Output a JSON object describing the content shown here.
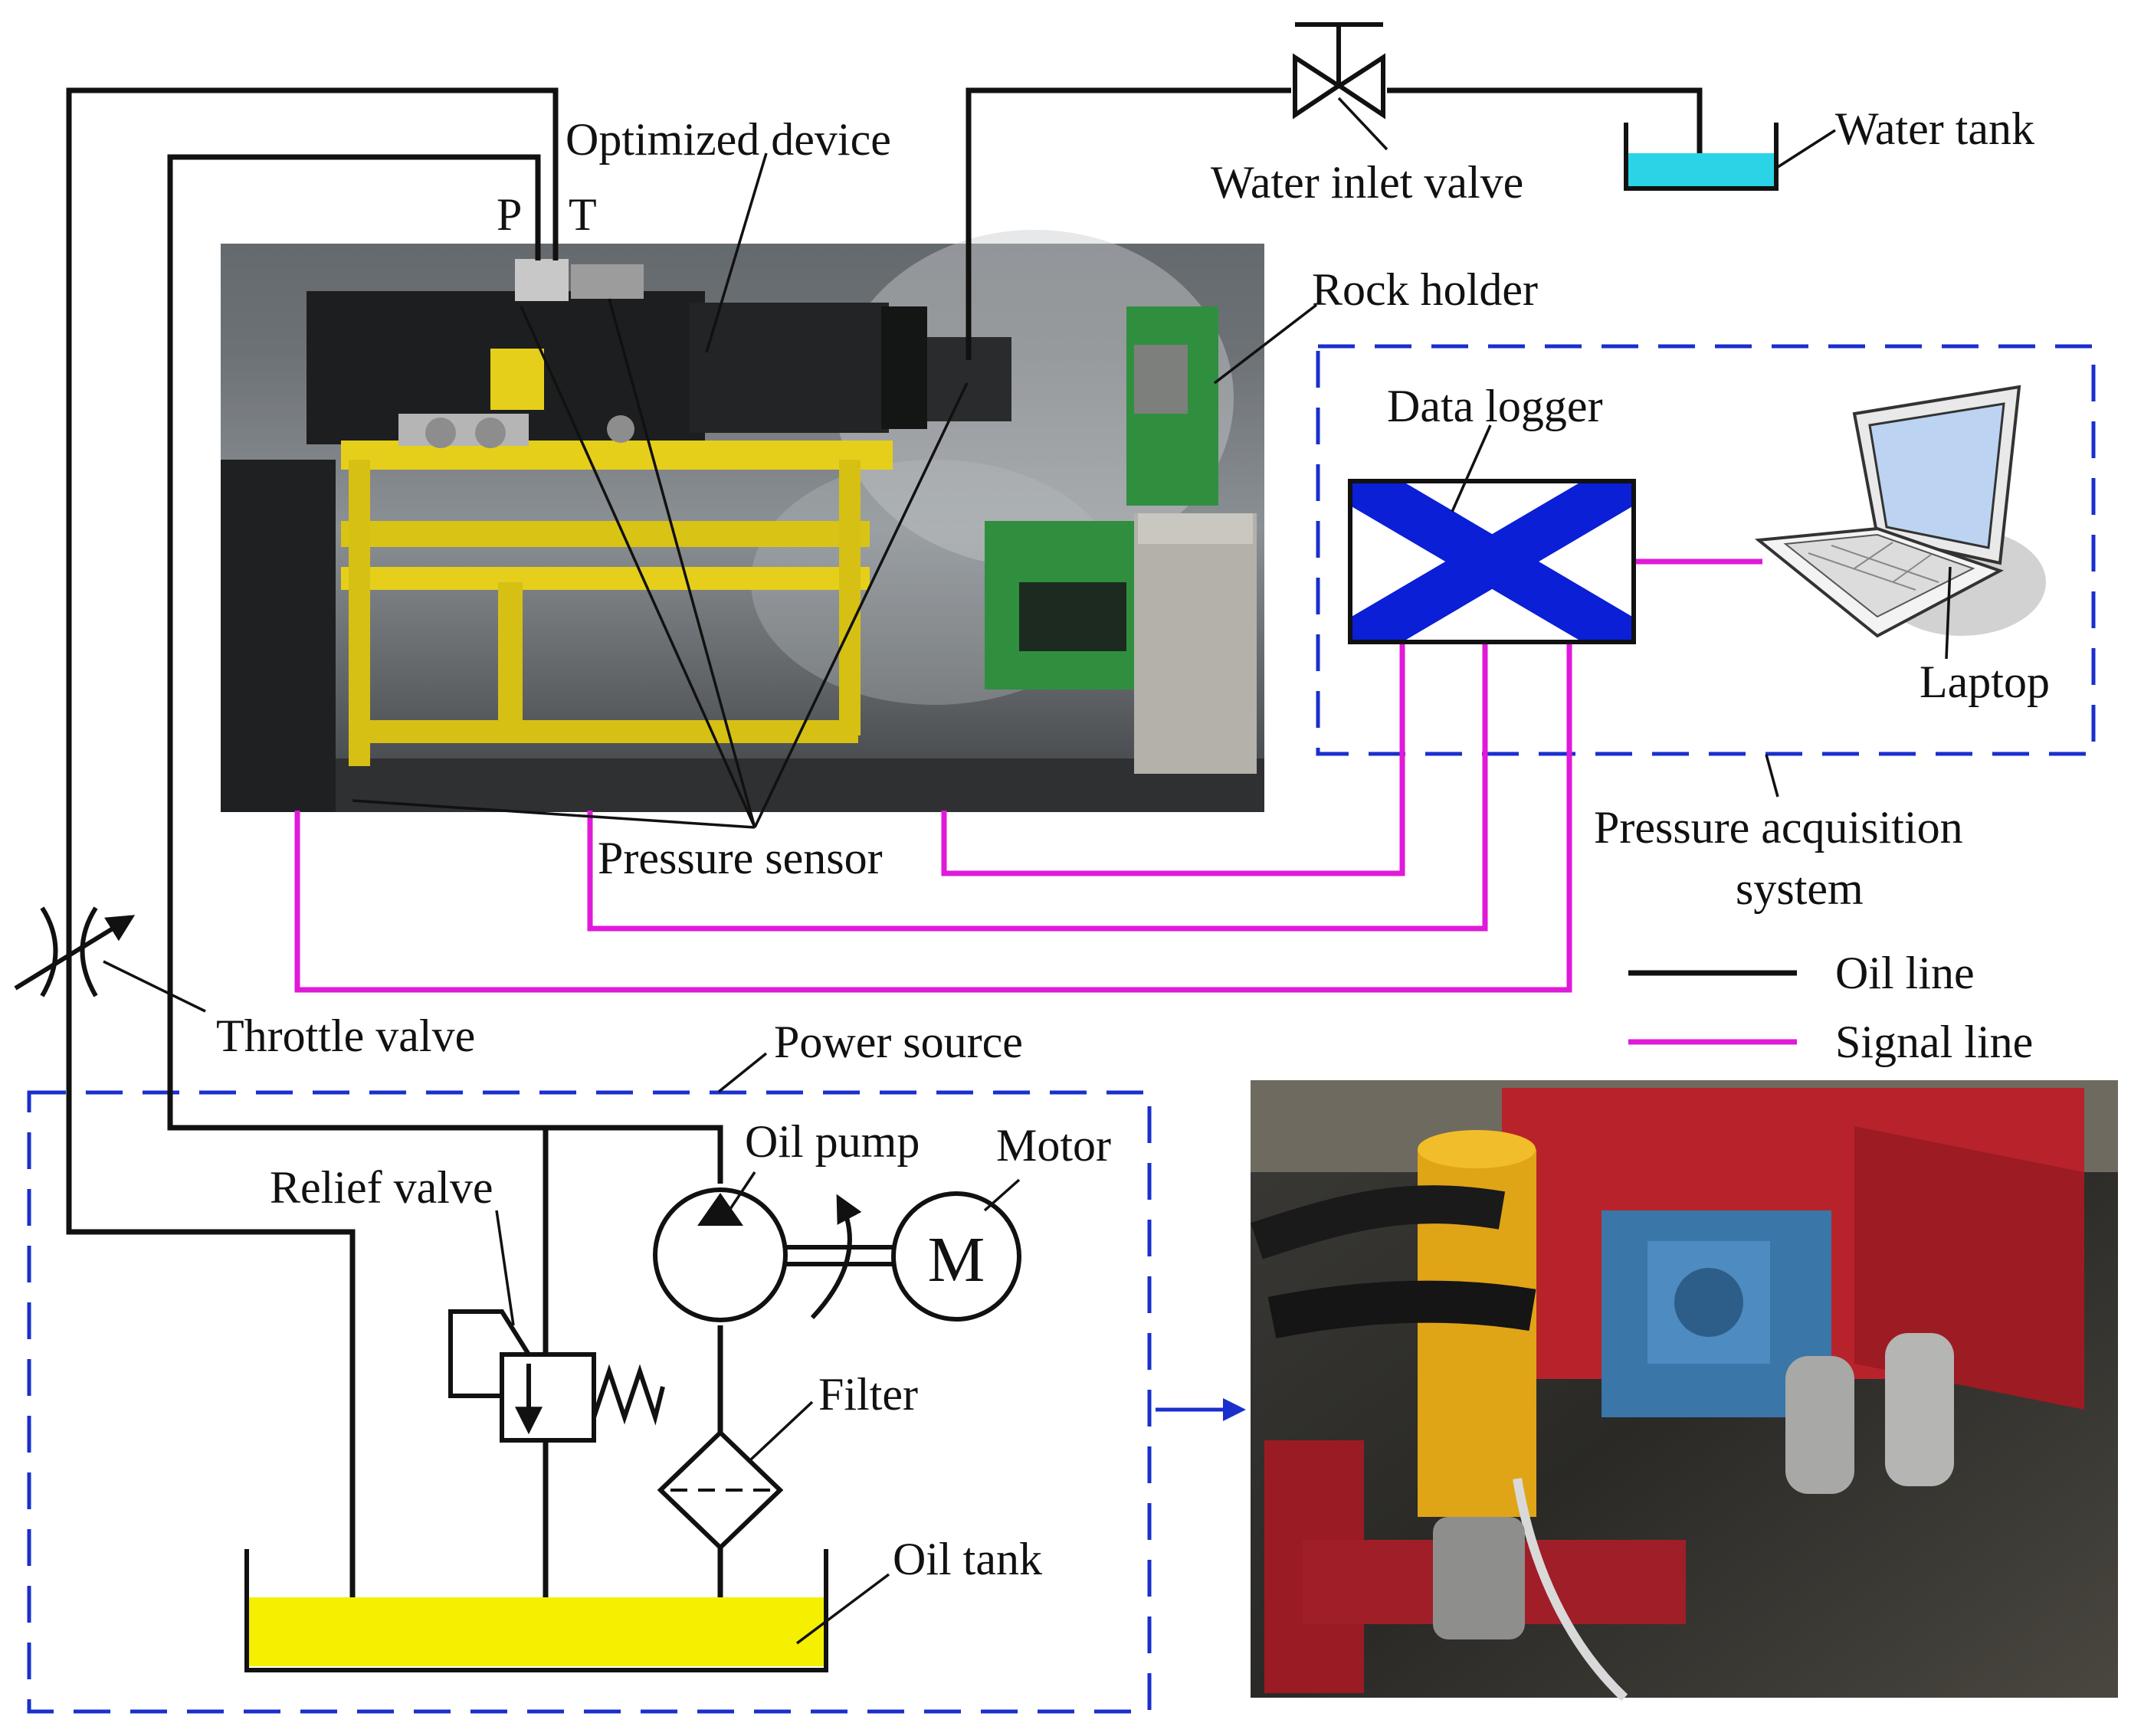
{
  "labels": {
    "optimized_device": "Optimized device",
    "port_p": "P",
    "port_t": "T",
    "water_inlet_valve": "Water inlet valve",
    "water_tank": "Water tank",
    "rock_holder": "Rock holder",
    "data_logger": "Data logger",
    "laptop": "Laptop",
    "pressure_sensor": "Pressure sensor",
    "pressure_acquisition_line1": "Pressure acquisition",
    "pressure_acquisition_line2": "system",
    "throttle_valve": "Throttle valve",
    "power_source": "Power source",
    "oil_pump": "Oil pump",
    "motor": "Motor",
    "motor_symbol": "M",
    "relief_valve": "Relief valve",
    "filter": "Filter",
    "oil_tank": "Oil tank"
  },
  "legend": {
    "oil_line": "Oil line",
    "signal_line": "Signal  line"
  },
  "colors": {
    "oil_line": "#111111",
    "signal_line": "#e01ad8",
    "system_boundary": "#1a2fcc",
    "water": "#2ad4e6",
    "oil": "#f5ef00",
    "logger_cross": "#0a1fd6"
  }
}
